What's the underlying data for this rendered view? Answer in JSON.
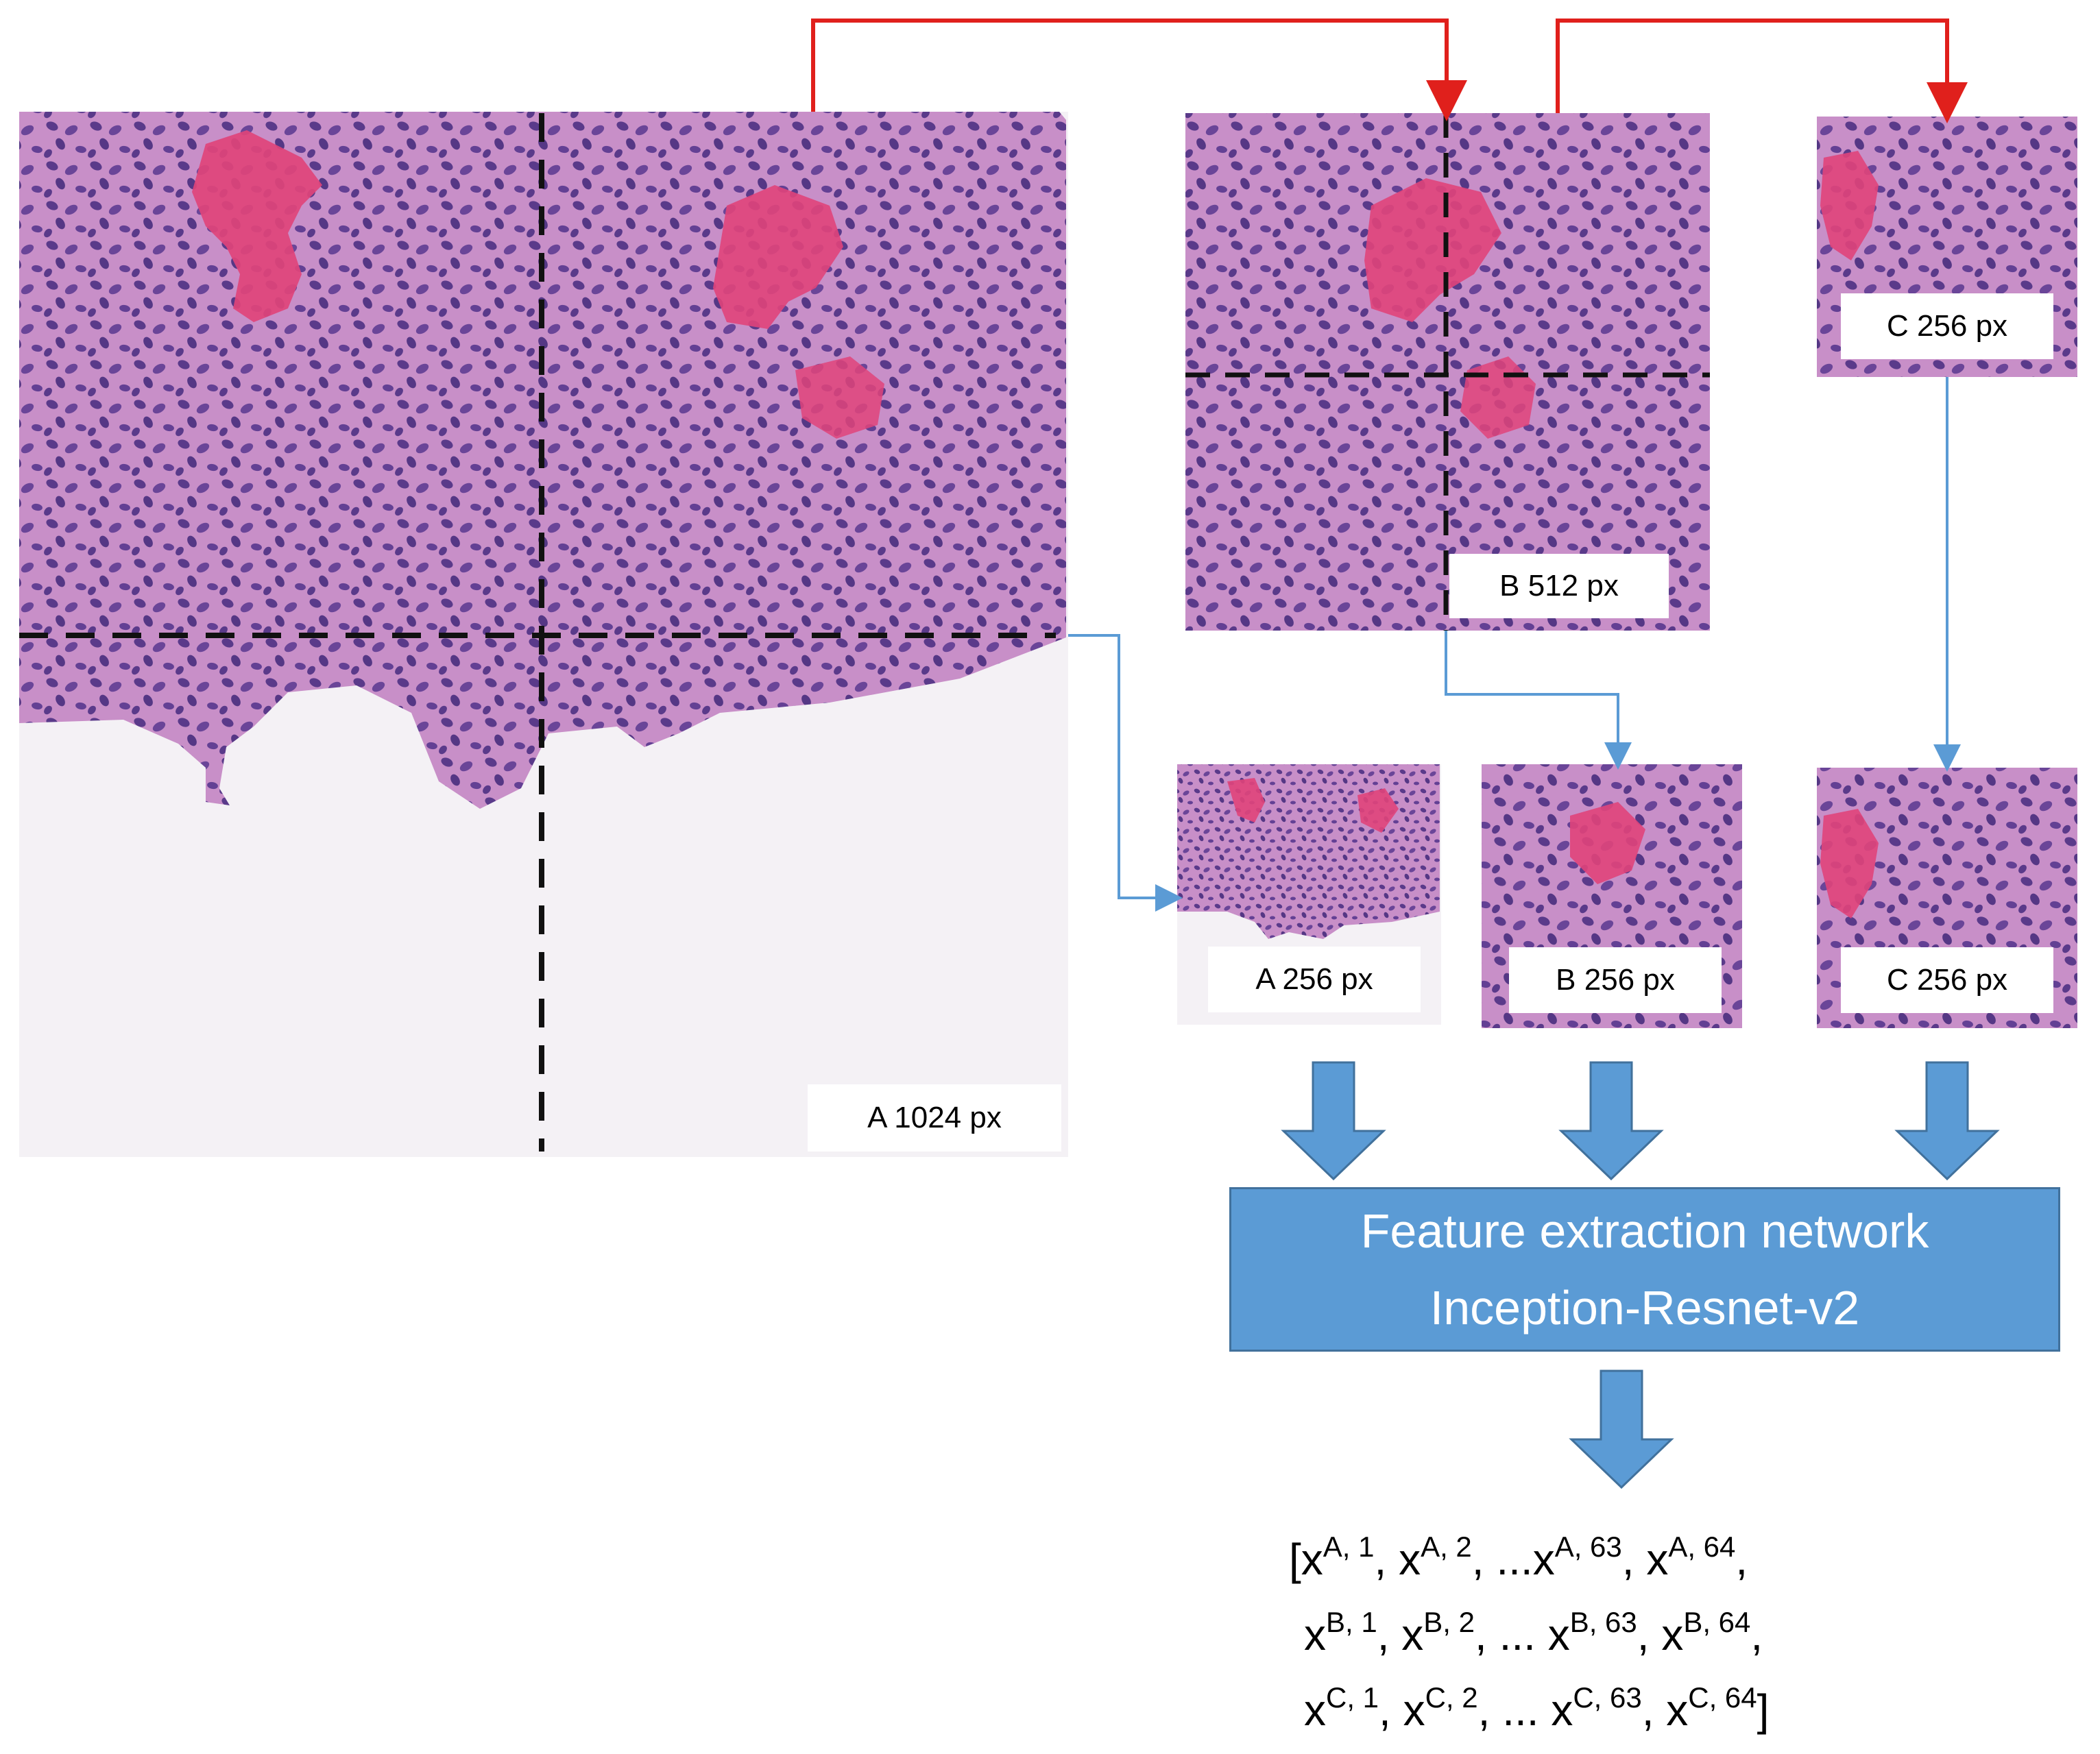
{
  "colors": {
    "tissue_base": "#c88fc8",
    "nucleus": "#5a3a8a",
    "vessel": "#e0447a",
    "background_slide": "#f4f1f5",
    "red_arrow": "#e0201c",
    "blue_arrow": "#5b9bd5"
  },
  "labels": {
    "a1024": "A 1024 px",
    "b512": "B 512 px",
    "c256_top": "C 256 px",
    "a256": "A 256 px",
    "b256": "B 256 px",
    "c256": "C 256 px"
  },
  "network": {
    "line1": "Feature extraction network",
    "line2": "Inception-Resnet-v2"
  },
  "features": {
    "rows": [
      {
        "open": "[",
        "close": ",",
        "items": [
          {
            "base": "x",
            "sup": "A, 1",
            "sep": ", "
          },
          {
            "base": "x",
            "sup": "A, 2",
            "sep": ", ..."
          },
          {
            "base": "x",
            "sup": "A, 63",
            "sep": ", "
          },
          {
            "base": "x",
            "sup": "A, 64",
            "sep": ""
          }
        ]
      },
      {
        "open": "",
        "close": ",",
        "items": [
          {
            "base": "x",
            "sup": "B, 1",
            "sep": ", "
          },
          {
            "base": "x",
            "sup": "B, 2",
            "sep": ", ... "
          },
          {
            "base": "x",
            "sup": "B, 63",
            "sep": ", "
          },
          {
            "base": "x",
            "sup": "B, 64",
            "sep": ""
          }
        ]
      },
      {
        "open": "",
        "close": "]",
        "items": [
          {
            "base": "x",
            "sup": "C, 1",
            "sep": ", "
          },
          {
            "base": "x",
            "sup": "C, 2",
            "sep": ", ... "
          },
          {
            "base": "x",
            "sup": "C, 63",
            "sep": ", "
          },
          {
            "base": "x",
            "sup": "C, 64",
            "sep": ""
          }
        ]
      }
    ]
  }
}
